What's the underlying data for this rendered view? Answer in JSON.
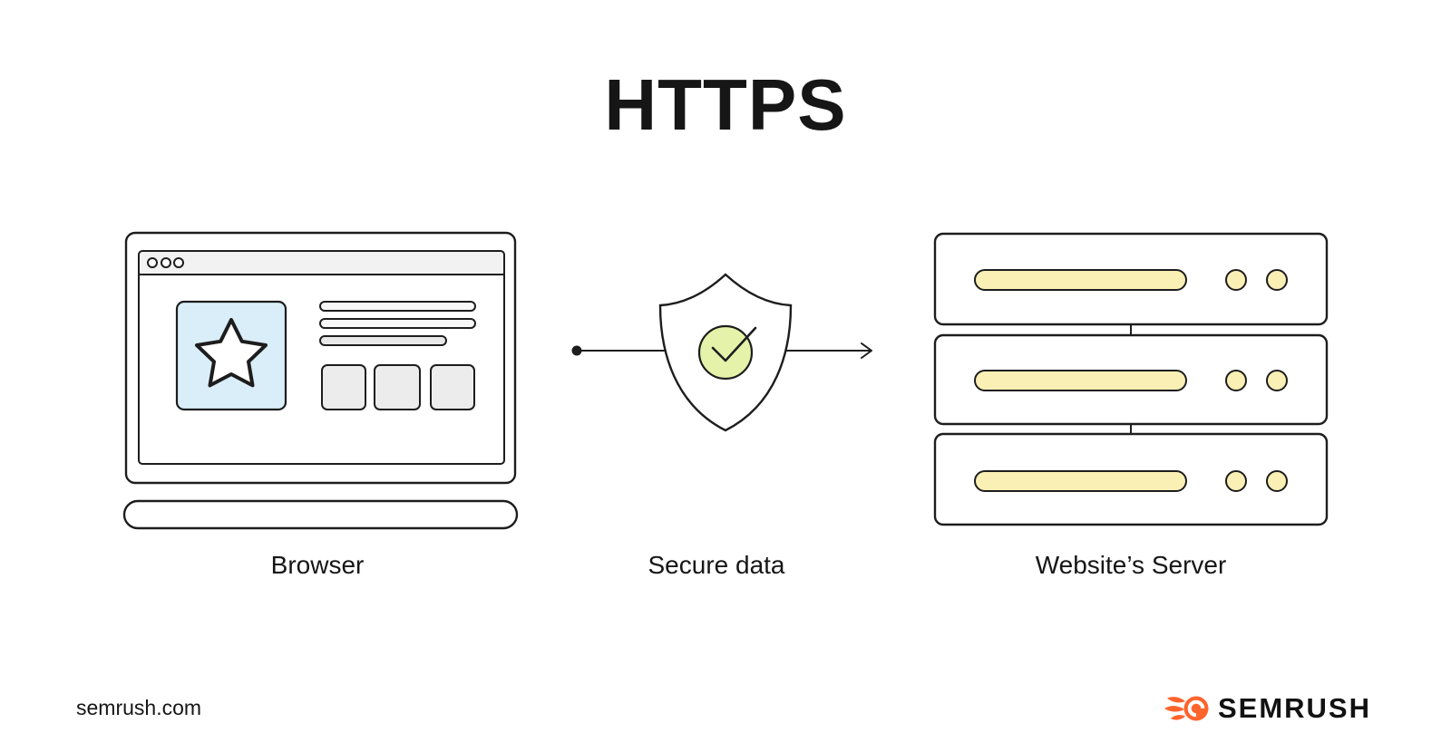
{
  "header": {
    "title": "HTTPS"
  },
  "diagram": {
    "nodes": [
      {
        "id": "browser",
        "label": "Browser",
        "icon": "browser-window-icon"
      },
      {
        "id": "secure-data",
        "label": "Secure data",
        "icon": "shield-check-icon"
      },
      {
        "id": "server",
        "label": "Website’s Server",
        "icon": "server-stack-icon"
      }
    ],
    "flow": {
      "from": "browser",
      "to": "server",
      "icon": "arrow-right-icon"
    }
  },
  "footer": {
    "site": "semrush.com",
    "brand": "SEMRUSH",
    "brand_icon": "semrush-flame-icon"
  },
  "colors": {
    "background": "#ffffff",
    "outline": "#1d1d1d",
    "text": "#161616",
    "browser_titlebar": "#f2f2f2",
    "browser_thumbnail_blue": "#d9eef9",
    "browser_placeholder_gray": "#ececec",
    "server_yellow": "#faefb4",
    "shield_check_green": "#e4f3a9",
    "brand_orange": "#ff642d"
  }
}
